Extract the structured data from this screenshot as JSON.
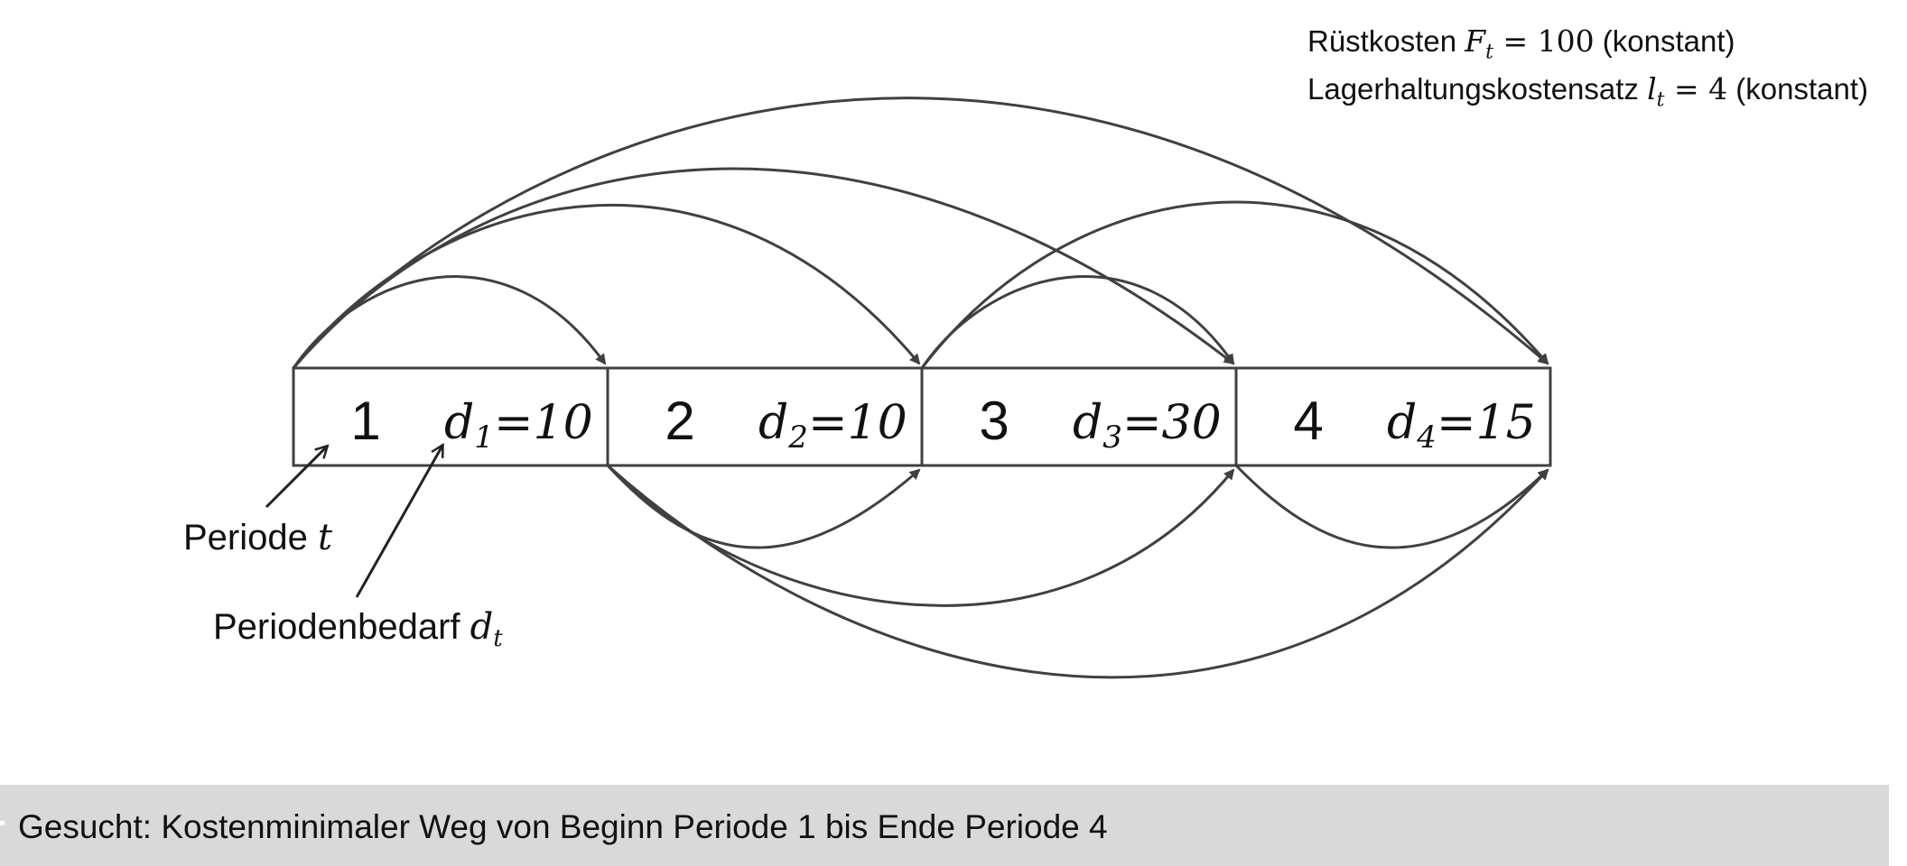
{
  "periods": [
    {
      "index": "1",
      "demand_symbol": "d",
      "demand_sub": "1",
      "demand_value": "=10"
    },
    {
      "index": "2",
      "demand_symbol": "d",
      "demand_sub": "2",
      "demand_value": "=10"
    },
    {
      "index": "3",
      "demand_symbol": "d",
      "demand_sub": "3",
      "demand_value": "=30"
    },
    {
      "index": "4",
      "demand_symbol": "d",
      "demand_sub": "4",
      "demand_value": "=15"
    }
  ],
  "labels": {
    "periode_text": "Periode ",
    "periode_var": "t",
    "bedarf_text": "Periodenbedarf ",
    "bedarf_var": "d",
    "bedarf_sub": "t"
  },
  "notes": {
    "line1_text": "Rüstkosten ",
    "line1_symbol": "F",
    "line1_sub": "t",
    "line1_eq": " = ",
    "line1_value": "100",
    "line1_suffix": " (konstant)",
    "line2_text": "Lagerhaltungskostensatz ",
    "line2_symbol": "l",
    "line2_sub": "t",
    "line2_eq": " = ",
    "line2_value": "4",
    "line2_suffix": " (konstant)"
  },
  "footer": {
    "text": "Gesucht: Kostenminimaler Weg von Beginn Periode 1 bis Ende Periode 4"
  },
  "arcs": [
    {
      "from": "1",
      "to": "1",
      "side": "top"
    },
    {
      "from": "1",
      "to": "2",
      "side": "top"
    },
    {
      "from": "1",
      "to": "3",
      "side": "top"
    },
    {
      "from": "1",
      "to": "4",
      "side": "top"
    },
    {
      "from": "3",
      "to": "3",
      "side": "top"
    },
    {
      "from": "3",
      "to": "4",
      "side": "top"
    },
    {
      "from": "2",
      "to": "2",
      "side": "bottom"
    },
    {
      "from": "2",
      "to": "3",
      "side": "bottom"
    },
    {
      "from": "2",
      "to": "4",
      "side": "bottom"
    },
    {
      "from": "4",
      "to": "4",
      "side": "bottom"
    }
  ],
  "colors": {
    "stroke": "#404040",
    "footer_bg": "#d9d9d9"
  }
}
